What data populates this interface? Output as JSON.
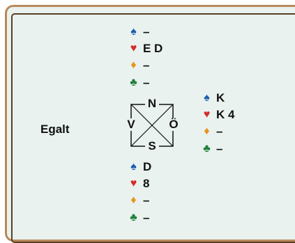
{
  "vulnerability": "Egalt",
  "compass": {
    "north": "N",
    "south": "S",
    "west": "V",
    "east": "Ö"
  },
  "suits": {
    "spade": {
      "symbol": "♠",
      "color": "#1d5bad"
    },
    "heart": {
      "symbol": "♥",
      "color": "#d52b2b"
    },
    "diamond": {
      "symbol": "♦",
      "color": "#e8921c"
    },
    "club": {
      "symbol": "♣",
      "color": "#1f7f3a"
    }
  },
  "hands": {
    "north": {
      "spade": "–",
      "heart": "E D",
      "diamond": "–",
      "club": "–"
    },
    "east": {
      "spade": "K",
      "heart": "K 4",
      "diamond": "–",
      "club": "–"
    },
    "south": {
      "spade": "D",
      "heart": "8",
      "diamond": "–",
      "club": "–"
    }
  },
  "colors": {
    "frame_border": "#b8895a",
    "inner_border": "#5b3e24",
    "background": "#e9f2ee"
  }
}
